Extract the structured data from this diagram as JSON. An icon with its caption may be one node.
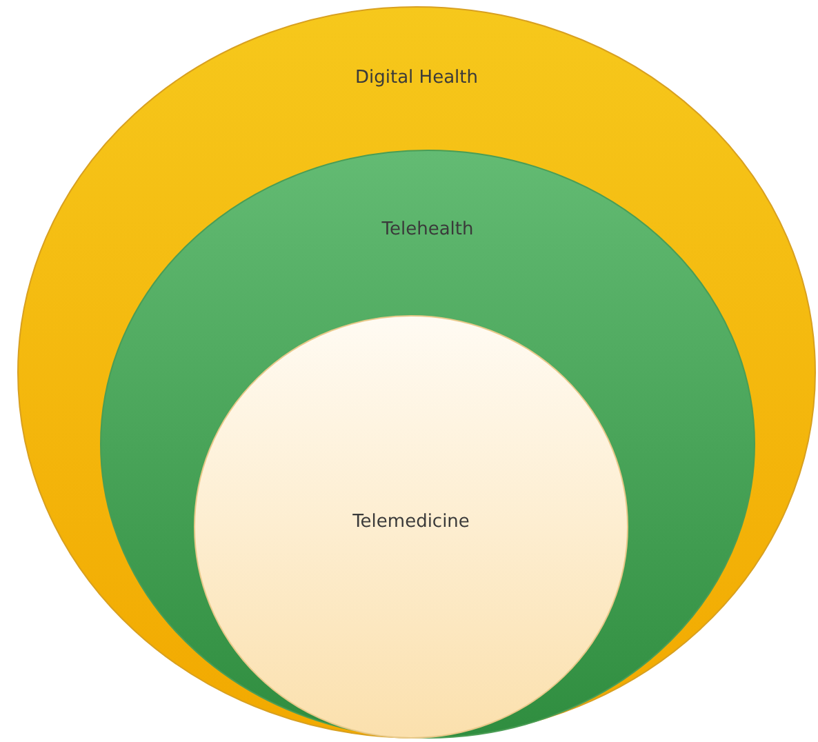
{
  "diagram": {
    "nodes": [
      {
        "text": [
          "Digital Health"
        ]
      },
      {
        "text": [
          "Telehealth"
        ],
        "in": 0
      },
      {
        "text": [
          "Telemedicine"
        ],
        "in": 1
      }
    ]
  }
}
